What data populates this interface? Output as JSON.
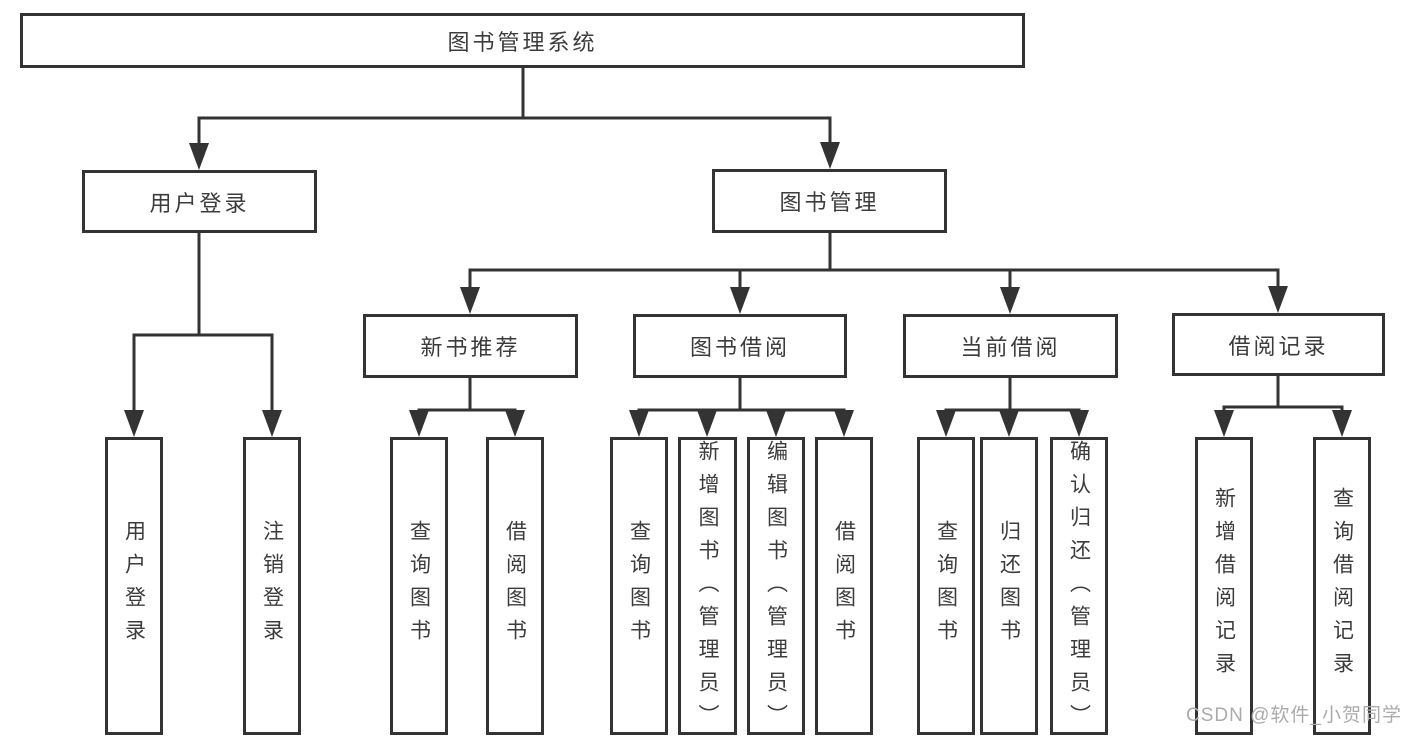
{
  "diagram": {
    "type": "hierarchy-tree",
    "watermark": "CSDN @软件_小贺同学",
    "colors": {
      "line": "#333333",
      "text": "#3c3c3c",
      "background": "#ffffff",
      "watermark": "#ababab"
    },
    "tree": {
      "label": "图书管理系统",
      "children": [
        {
          "label": "用户登录",
          "children": [
            {
              "label": "用户登录"
            },
            {
              "label": "注销登录"
            }
          ]
        },
        {
          "label": "图书管理",
          "children": [
            {
              "label": "新书推荐",
              "children": [
                {
                  "label": "查询图书"
                },
                {
                  "label": "借阅图书"
                }
              ]
            },
            {
              "label": "图书借阅",
              "children": [
                {
                  "label": "查询图书"
                },
                {
                  "label": "新增图书（管理员）"
                },
                {
                  "label": "编辑图书（管理员）"
                },
                {
                  "label": "借阅图书"
                }
              ]
            },
            {
              "label": "当前借阅",
              "children": [
                {
                  "label": "查询图书"
                },
                {
                  "label": "归还图书"
                },
                {
                  "label": "确认归还（管理员）"
                }
              ]
            },
            {
              "label": "借阅记录",
              "children": [
                {
                  "label": "新增借阅记录"
                },
                {
                  "label": "查询借阅记录"
                }
              ]
            }
          ]
        }
      ]
    }
  }
}
